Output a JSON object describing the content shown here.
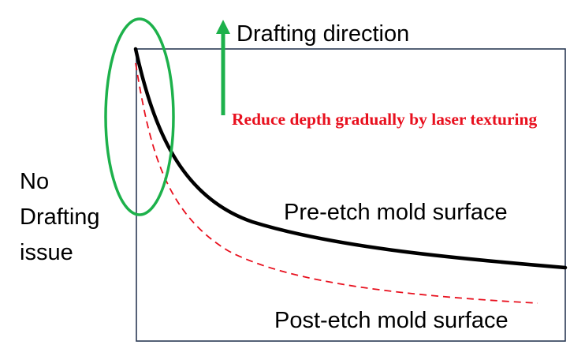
{
  "annotations": {
    "drafting_direction": "Drafting direction",
    "reduce_depth": "Reduce depth gradually by laser texturing",
    "no_drafting_issue": [
      "No",
      "Drafting",
      "issue"
    ]
  },
  "curves": {
    "pre_etch_label": "Pre-etch mold surface",
    "post_etch_label": "Post-etch mold surface"
  },
  "colors": {
    "frame": "#2b3a55",
    "pre_etch_curve": "#000000",
    "post_etch_curve": "#e8101e",
    "arrow": "#1db14b",
    "highlight_ellipse": "#1db14b",
    "annotation_red": "#e8101e"
  }
}
